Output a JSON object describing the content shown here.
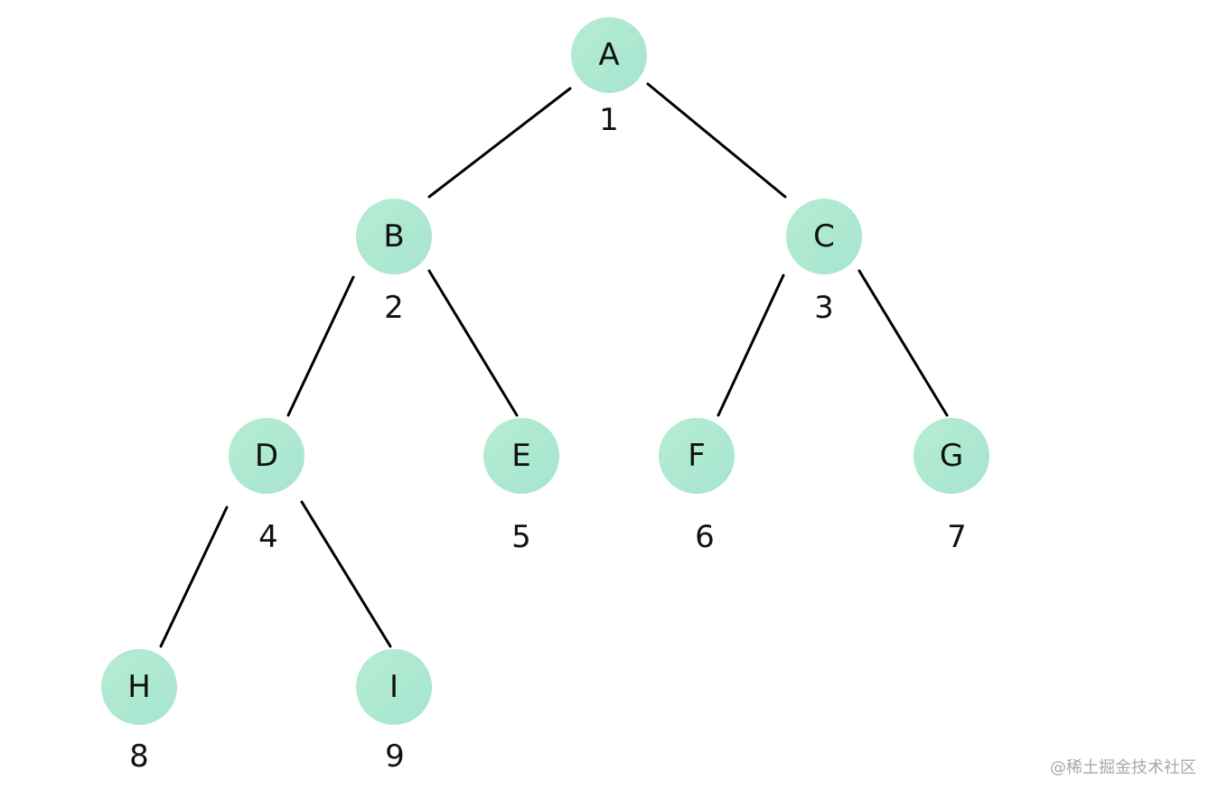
{
  "diagram": {
    "nodes": [
      {
        "id": "A",
        "label": "A",
        "index": "1"
      },
      {
        "id": "B",
        "label": "B",
        "index": "2"
      },
      {
        "id": "C",
        "label": "C",
        "index": "3"
      },
      {
        "id": "D",
        "label": "D",
        "index": "4"
      },
      {
        "id": "E",
        "label": "E",
        "index": "5"
      },
      {
        "id": "F",
        "label": "F",
        "index": "6"
      },
      {
        "id": "G",
        "label": "G",
        "index": "7"
      },
      {
        "id": "H",
        "label": "H",
        "index": "8"
      },
      {
        "id": "I",
        "label": "I",
        "index": "9"
      }
    ],
    "edges": [
      {
        "from": "A",
        "to": "B"
      },
      {
        "from": "A",
        "to": "C"
      },
      {
        "from": "B",
        "to": "D"
      },
      {
        "from": "B",
        "to": "E"
      },
      {
        "from": "C",
        "to": "F"
      },
      {
        "from": "C",
        "to": "G"
      },
      {
        "from": "D",
        "to": "H"
      },
      {
        "from": "D",
        "to": "I"
      }
    ],
    "colors": {
      "node_fill_start": "#b6ecd2",
      "node_fill_end": "#a6e4d0",
      "edge": "#000000",
      "text": "#111111"
    }
  },
  "watermark": "@稀土掘金技术社区"
}
